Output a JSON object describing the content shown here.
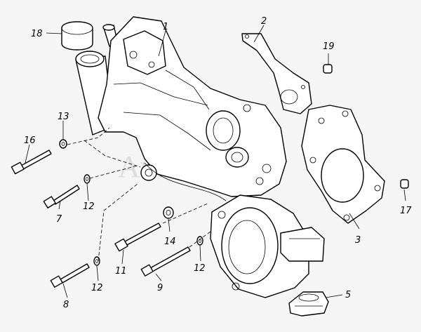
{
  "diagram": {
    "watermark": "Autosoft",
    "callouts": {
      "c1": "1",
      "c2": "2",
      "c3": "3",
      "c5": "5",
      "c7": "7",
      "c8": "8",
      "c9": "9",
      "c11": "11",
      "c12a": "12",
      "c12b": "12",
      "c12c": "12",
      "c13": "13",
      "c14": "14",
      "c16": "16",
      "c17": "17",
      "c18": "18",
      "c19": "19"
    }
  }
}
